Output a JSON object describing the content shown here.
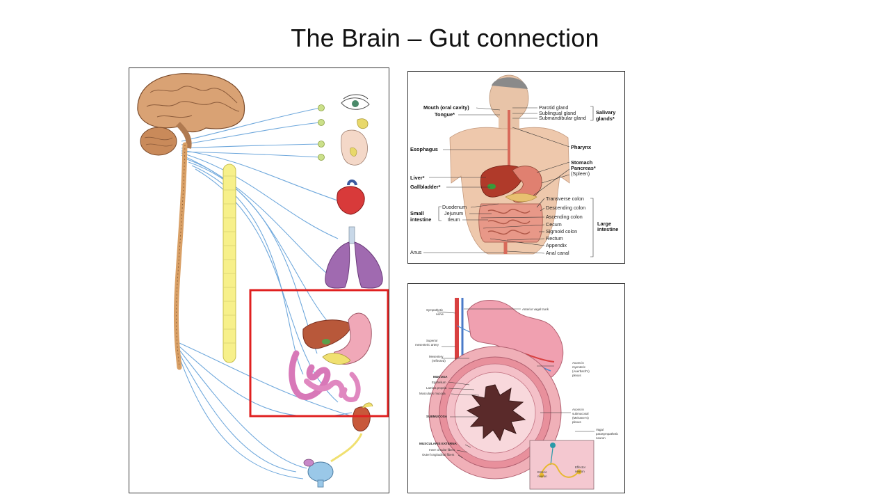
{
  "slide": {
    "title": "The Brain – Gut connection"
  },
  "digestive_labels": {
    "mouth": "Mouth (oral cavity)",
    "tongue": "Tongue*",
    "esophagus": "Esophagus",
    "liver": "Liver*",
    "gallbladder": "Gallbladder*",
    "small_intestine_line1": "Small",
    "small_intestine_line2": "intestine",
    "duodenum": "Duodenum",
    "jejunum": "Jejunum",
    "ileum": "Ileum",
    "anus": "Anus",
    "parotid": "Parotid gland",
    "sublingual": "Sublingual gland",
    "submandibular": "Submandibular gland",
    "salivary_line1": "Salivary",
    "salivary_line2": "glands*",
    "pharynx": "Pharynx",
    "stomach": "Stomach",
    "pancreas": "Pancreas*",
    "spleen": "(Spleen)",
    "transverse": "Transverse colon",
    "descending": "Descending colon",
    "ascending": "Ascending colon",
    "cecum": "Cecum",
    "sigmoid": "Sigmoid colon",
    "rectum": "Rectum",
    "appendix": "Appendix",
    "anal_canal": "Anal canal",
    "large_intestine_line1": "Large",
    "large_intestine_line2": "intestine"
  },
  "gut_labels": {
    "sympathetic_line1": "Sympathetic",
    "sympathetic_line2": "nerve",
    "anterior_vagal": "Anterior vagal trunk",
    "superior_line1": "Superior",
    "superior_line2": "mesenteric artery",
    "mesentery_line1": "Mesentery",
    "mesentery_line2": "(reflected)",
    "mucosa": "MUCOSA",
    "epithelium": "Epithelium",
    "lamina": "Lamina propria",
    "muscularis_mucosa": "Muscularis mucosa",
    "submucosa": "SUBMUCOSA",
    "muscularis_externa": "MUSCULARIS EXTERNA",
    "inner_circular": "Inner circular fibers",
    "outer_longitudinal": "Outer longitudinal fibers",
    "axons_myenteric_line1": "Axons in",
    "axons_myenteric_line2": "myenteric",
    "axons_myenteric_line3": "(Auerbach's)",
    "axons_myenteric_line4": "plexus",
    "axons_submucosal_line1": "Axons in",
    "axons_submucosal_line2": "submucosal",
    "axons_submucosal_line3": "(Meissner's)",
    "axons_submucosal_line4": "plexus",
    "vagal_line1": "Vagal",
    "vagal_line2": "parasympathetic",
    "vagal_line3": "neuron",
    "enteric_line1": "Enteric",
    "enteric_line2": "neuron",
    "effector_line1": "Effector",
    "effector_line2": "neuron"
  },
  "colors": {
    "highlight_box": "#e02020",
    "nerve": "#6fa8dc",
    "spinal_cord": "#d9a066",
    "sympathetic_chain": "#f7f08a"
  }
}
